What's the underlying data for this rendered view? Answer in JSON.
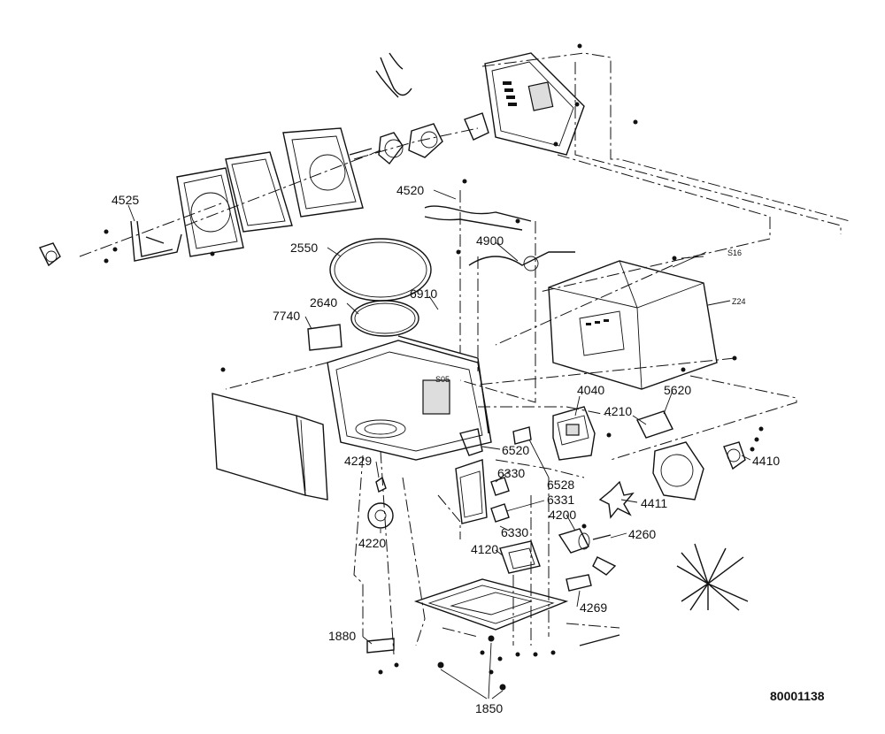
{
  "diagram": {
    "drawing_number": "80001138",
    "part_labels": {
      "p4525": "4525",
      "p4520": "4520",
      "p2550": "2550",
      "p4900": "4900",
      "p6910": "6910",
      "p2640": "2640",
      "p7740": "7740",
      "p4040": "4040",
      "p5620": "5620",
      "p4210": "4210",
      "p4410": "4410",
      "p6520": "6520",
      "p4229": "4229",
      "p6330a": "6330",
      "p6528": "6528",
      "p6331": "6331",
      "p4411": "4411",
      "p4200": "4200",
      "p4260": "4260",
      "p6330b": "6330",
      "p4220": "4220",
      "p4120": "4120",
      "p4269": "4269",
      "p1880": "1880",
      "p1850": "1850"
    },
    "small_labels": {
      "s16": "S16",
      "z24": "Z24",
      "s05": "S05"
    }
  }
}
